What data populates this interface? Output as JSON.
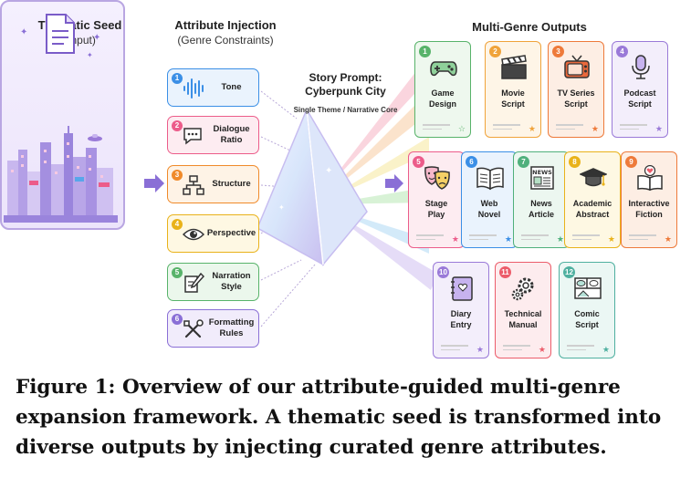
{
  "headers": {
    "seed_title": "Thematic Seed",
    "seed_sub": "(Input)",
    "attr_title": "Attribute Injection",
    "attr_sub": "(Genre Constraints)",
    "outputs_title": "Multi-Genre Outputs"
  },
  "seed": {
    "title_line1": "Story Prompt:",
    "title_line2": "Cyberpunk City",
    "subtitle": "Single Theme / Narrative Core"
  },
  "attributes": [
    {
      "num": "1",
      "line1": "Tone",
      "line2": "",
      "color": "#3b8fe6",
      "bg": "#eaf3fd",
      "icon": "waveform-icon"
    },
    {
      "num": "2",
      "line1": "Dialogue",
      "line2": "Ratio",
      "color": "#ec5c8a",
      "bg": "#fdecf1",
      "icon": "speech-bubble-icon"
    },
    {
      "num": "3",
      "line1": "Structure",
      "line2": "",
      "color": "#f08a2a",
      "bg": "#fef3e6",
      "icon": "hierarchy-icon"
    },
    {
      "num": "4",
      "line1": "Perspective",
      "line2": "",
      "color": "#e9b21a",
      "bg": "#fef8e3",
      "icon": "eye-icon"
    },
    {
      "num": "5",
      "line1": "Narration",
      "line2": "Style",
      "color": "#58b36a",
      "bg": "#ebf7ec",
      "icon": "pen-paper-icon"
    },
    {
      "num": "6",
      "line1": "Formatting",
      "line2": "Rules",
      "color": "#8a6fd6",
      "bg": "#f1ecfb",
      "icon": "tools-icon"
    }
  ],
  "outputs": [
    {
      "num": "1",
      "line1": "Game",
      "line2": "Design",
      "color": "#58b36a",
      "bg": "#eef8ee",
      "icon": "gamepad-icon"
    },
    {
      "num": "2",
      "line1": "Movie",
      "line2": "Script",
      "color": "#f0a33a",
      "bg": "#fef5e7",
      "icon": "clapperboard-icon"
    },
    {
      "num": "3",
      "line1": "TV Series",
      "line2": "Script",
      "color": "#ee7a3a",
      "bg": "#fdeee4",
      "icon": "tv-icon"
    },
    {
      "num": "4",
      "line1": "Podcast",
      "line2": "Script",
      "color": "#9a7ad8",
      "bg": "#f3eefb",
      "icon": "microphone-icon"
    },
    {
      "num": "5",
      "line1": "Stage",
      "line2": "Play",
      "color": "#ec5c8a",
      "bg": "#fdecf1",
      "icon": "theater-masks-icon"
    },
    {
      "num": "6",
      "line1": "Web",
      "line2": "Novel",
      "color": "#3b8fe6",
      "bg": "#eaf3fd",
      "icon": "open-book-icon"
    },
    {
      "num": "7",
      "line1": "News",
      "line2": "Article",
      "color": "#4fb07c",
      "bg": "#ecf7f0",
      "icon": "newspaper-icon"
    },
    {
      "num": "8",
      "line1": "Academic",
      "line2": "Abstract",
      "color": "#e9b21a",
      "bg": "#fef8e3",
      "icon": "graduation-cap-icon"
    },
    {
      "num": "9",
      "line1": "Interactive",
      "line2": "Fiction",
      "color": "#ee7a3a",
      "bg": "#fdeee4",
      "icon": "heart-book-icon"
    },
    {
      "num": "10",
      "line1": "Diary",
      "line2": "Entry",
      "color": "#9a7ad8",
      "bg": "#f3eefb",
      "icon": "diary-icon"
    },
    {
      "num": "11",
      "line1": "Technical",
      "line2": "Manual",
      "color": "#ec5c6a",
      "bg": "#fdecee",
      "icon": "gears-icon"
    },
    {
      "num": "12",
      "line1": "Comic",
      "line2": "Script",
      "color": "#4fb0a0",
      "bg": "#ebf7f4",
      "icon": "comic-panels-icon"
    }
  ],
  "caption": "Figure 1: Overview of our attribute-guided multi-genre expansion framework. A thematic seed is transformed into diverse outputs by injecting curated genre attributes."
}
